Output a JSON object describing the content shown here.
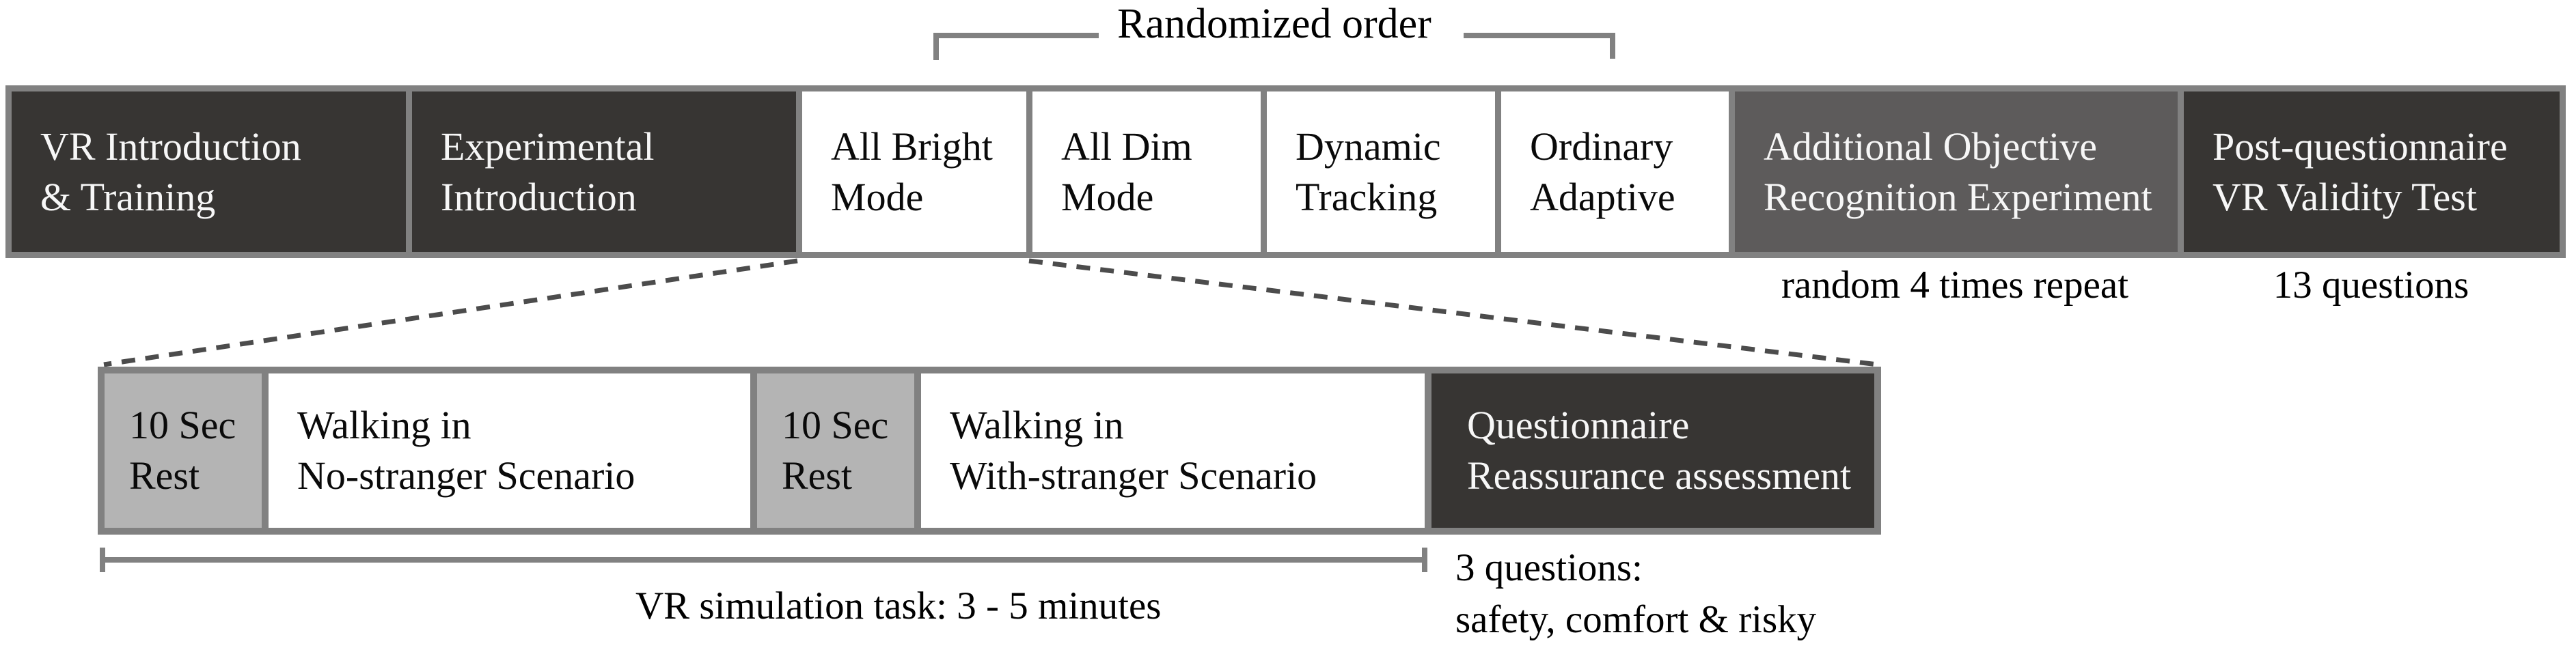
{
  "diagram": {
    "randomized_order_label": "Randomized order",
    "top_row": {
      "boxes": [
        {
          "line1": "VR Introduction",
          "line2": "& Training"
        },
        {
          "line1": "Experimental",
          "line2": "Introduction"
        },
        {
          "line1": "All Bright",
          "line2": "Mode"
        },
        {
          "line1": "All Dim",
          "line2": "Mode"
        },
        {
          "line1": "Dynamic",
          "line2": "Tracking"
        },
        {
          "line1": "Ordinary",
          "line2": "Adaptive"
        },
        {
          "line1": "Additional Objective",
          "line2": "Recognition Experiment"
        },
        {
          "line1": "Post-questionnaire",
          "line2": "VR Validity Test"
        }
      ],
      "notes": {
        "repeat": "random 4 times repeat",
        "questions": "13 questions"
      }
    },
    "bottom_row": {
      "boxes": [
        {
          "line1": "10 Sec",
          "line2": "Rest"
        },
        {
          "line1": "Walking in",
          "line2": "No-stranger Scenario"
        },
        {
          "line1": "10 Sec",
          "line2": "Rest"
        },
        {
          "line1": "Walking in",
          "line2": "With-stranger Scenario"
        },
        {
          "line1": "Questionnaire",
          "line2": "Reassurance assessment"
        }
      ],
      "duration_label": "VR simulation task: 3 - 5 minutes",
      "questions_note_line1": "3 questions:",
      "questions_note_line2": "safety, comfort & risky"
    },
    "colors": {
      "dark_box": "#373533",
      "mid_gray_box": "#5d5b5b",
      "rest_box": "#b4b4b4",
      "white_box": "#ffffff",
      "border_gray": "#818181",
      "dashed_line": "#4c4c4c",
      "text_on_dark": "#f7f7f7",
      "text_on_light": "#0a0a0a"
    }
  }
}
